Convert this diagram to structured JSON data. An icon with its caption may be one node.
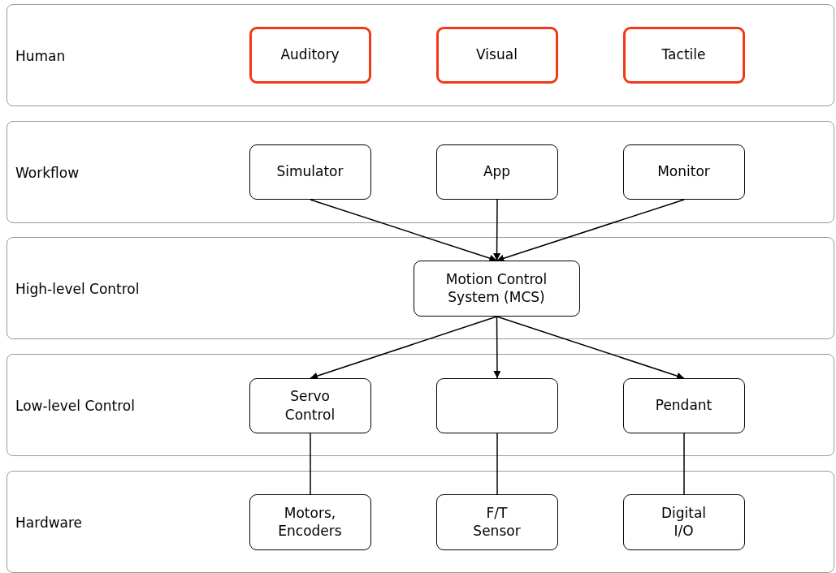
{
  "diagram": {
    "nodes": [
      {
        "text": [
          "Human"
        ]
      },
      {
        "text": [
          "Auditory"
        ],
        "in": 0
      },
      {
        "text": [
          "Visual"
        ],
        "in": 0
      },
      {
        "text": [
          "Tactile"
        ],
        "in": 0
      },
      {
        "text": [
          "Workflow"
        ]
      },
      {
        "text": [
          "Simulator"
        ],
        "in": 4
      },
      {
        "text": [
          "App"
        ],
        "in": 4
      },
      {
        "text": [
          "Monitor"
        ],
        "in": 4
      },
      {
        "text": [
          "High-level Control"
        ]
      },
      {
        "text": [
          "Motion Control System (MCS)"
        ],
        "in": 8
      },
      {
        "text": [
          "Low-level Control"
        ]
      },
      {
        "text": [
          "Servo Control"
        ],
        "in": 10
      },
      {
        "text": [],
        "shape": "box",
        "in": 10
      },
      {
        "text": [
          "Pendant"
        ],
        "in": 10
      },
      {
        "text": [
          "Hardware"
        ]
      },
      {
        "text": [
          "Motors, Encoders"
        ],
        "in": 14
      },
      {
        "text": [
          "F/T Sensor"
        ],
        "in": 14
      },
      {
        "text": [
          "Digital I/O"
        ],
        "in": 14
      }
    ],
    "edges": [
      {
        "from": 5,
        "to": 9,
        "arrow": "to"
      },
      {
        "from": 6,
        "to": 9,
        "arrow": "to"
      },
      {
        "from": 7,
        "to": 9,
        "arrow": "to"
      },
      {
        "from": 9,
        "to": 11,
        "arrow": "to"
      },
      {
        "from": 9,
        "to": 12,
        "arrow": "to"
      },
      {
        "from": 9,
        "to": 13,
        "arrow": "to"
      },
      {
        "from": 11,
        "to": 15,
        "arrow": "none"
      },
      {
        "from": 12,
        "to": 16,
        "arrow": "none"
      },
      {
        "from": 13,
        "to": 17,
        "arrow": "none"
      }
    ]
  }
}
